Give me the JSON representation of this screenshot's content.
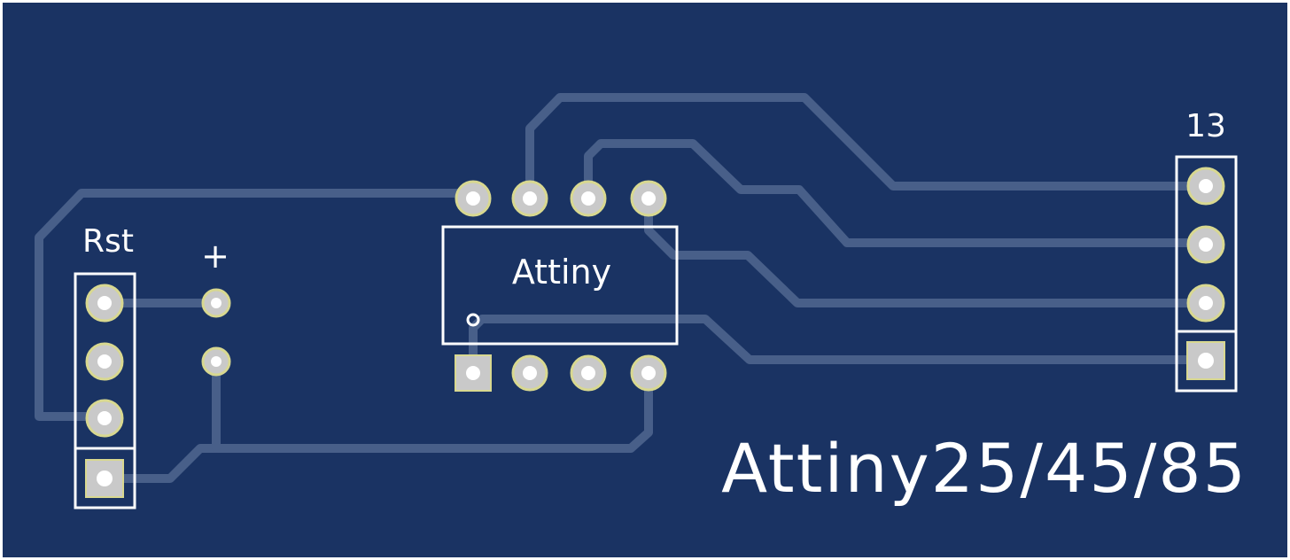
{
  "colors": {
    "board": "#1a3363",
    "copper_trace": "#485f89",
    "silkscreen": "#ffffff",
    "pad_fill": "#c9c9c9",
    "pad_ring": "#d8d890",
    "border": "#ffffff"
  },
  "labels": {
    "left_header": "Rst",
    "power_pads": "+",
    "chip": "Attiny",
    "right_header": "13",
    "board_title": "Attiny25/45/85"
  },
  "components": {
    "ic_package": "DIP-8",
    "ic_pin1_marker": "square-pad",
    "left_header_pins": 4,
    "right_header_pins": 4,
    "power_pads_count": 2
  }
}
